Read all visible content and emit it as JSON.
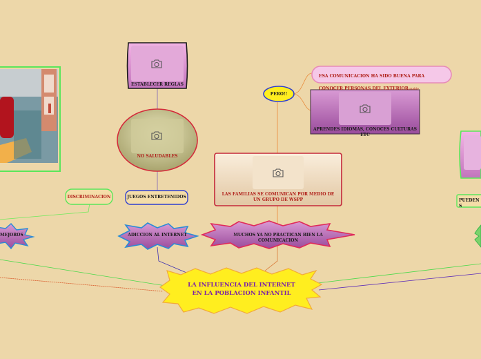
{
  "central_topic": {
    "line1": "LA INFLUENCIA DEL INTERNET",
    "line2": "EN LA POBLACION INFANTIL"
  },
  "nodes": {
    "establecer_reglas": "ESTABLECER REGLAS",
    "no_saludables": "NO SALUDABLES",
    "juegos_entretenidos": "JUEGOS ENTRETENIDOS",
    "adiccion": "ADICCION AL INTERNET",
    "discriminacion": "DISCRIMINACION",
    "mejoros": "MEJOROS",
    "familias": "LAS FAMILIAS SE COMUNICAN POR MEDIO DE UN GRUPO DE WSPP",
    "practican": "MUCHOS YA NO PRACTICAN BIEN LA COMUNICACION",
    "pero": "PERO!!",
    "comunicacion_buena": "ESA COMUNICACION HA SIDO BUENA PARA CONOCER PERSONAS DEL EXTERIOR",
    "comunicacion_buena_tag": "unable",
    "aprendes": "APRENDES IDIOMAS, CONOCES CULTURAS ETC",
    "pueden": "PUEDEN S"
  },
  "icons": [
    "camera-icon"
  ],
  "colors": {
    "background": "#EDD7A9",
    "central_fill": "#FFEE1F",
    "central_text": "#7A1FA8",
    "node_text_red": "#B0201A"
  }
}
